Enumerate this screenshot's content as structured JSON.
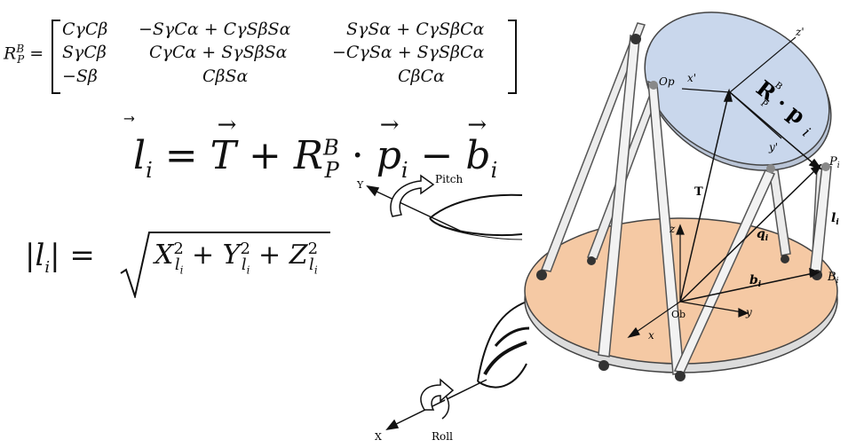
{
  "matrix": {
    "lhs": "R",
    "lhs_sup": "B",
    "lhs_sub": "P",
    "rows": [
      [
        "CγCβ",
        "−SγCα + CγSβSα",
        "SγSα + CγSβCα"
      ],
      [
        "SγCβ",
        "CγCα + SγSβSα",
        "−CγSα + SγSβCα"
      ],
      [
        "−Sβ",
        "CβSα",
        "CβCα"
      ]
    ]
  },
  "equation1": {
    "l": "l",
    "i": "i",
    "eq": " = ",
    "T": "T",
    "plus": " + ",
    "R": "R",
    "R_sup": "B",
    "R_sub": "P",
    "dot": " · ",
    "p": "p",
    "minus": " − ",
    "b": "b"
  },
  "equation2": {
    "lhs": "|l",
    "lhs_sub": "i",
    "lhs_end": "| = ",
    "X": "X",
    "Y": "Y",
    "Z": "Z",
    "sq": "2",
    "sub": "l",
    "subsub": "i",
    "plus": " + "
  },
  "aircraft_labels": {
    "y": "Y",
    "pitch": "Pitch",
    "x": "X",
    "roll": "Roll"
  },
  "platform_labels": {
    "op": "Op",
    "xp": "x'",
    "yp": "y'",
    "zp": "z'",
    "rp_vec": "R · p",
    "rp_sup": "B",
    "rp_sub": "P",
    "rp_i": "i",
    "pi": "P",
    "pi_sub": "i",
    "t": "T",
    "qi": "q",
    "qi_sub": "i",
    "li": "l",
    "li_sub": "i",
    "bi_vec": "b",
    "bi_vec_sub": "i",
    "bi": "B",
    "bi_sub": "i",
    "ob": "Ob",
    "x": "x",
    "y": "y",
    "z": "z"
  },
  "colors": {
    "top_plate": "#c9d7ec",
    "base_plate": "#f5c9a4",
    "strut": "#e9e9e9"
  }
}
